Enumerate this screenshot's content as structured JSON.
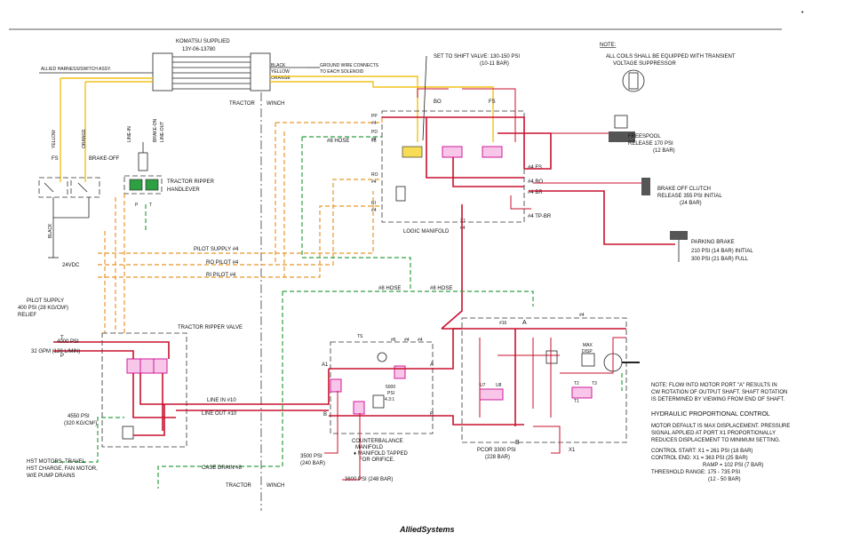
{
  "note": {
    "title": "NOTE:",
    "line1": "ALL COILS SHALL BE EQUIPPED WITH TRANSIENT",
    "line2": "VOLTAGE SUPPRESSOR"
  },
  "komatsu": {
    "title": "KOMATSU SUPPLIED",
    "part": "13Y-06-13780"
  },
  "harness": {
    "allied": "ALLIED HARNESS/SWITCH ASSY.",
    "black": "BLACK",
    "yellow": "YELLOW",
    "orange": "ORANGE",
    "ground1": "GROUND WIRE CONNECTS",
    "ground2": "TO EACH SOLENOID"
  },
  "switches": {
    "yellow": "YELLOW",
    "orange": "ORANGE",
    "fs": "FS",
    "brake_off": "BRAKE-OFF",
    "black": "BLACK",
    "volt": "24VDC",
    "line_in": "LINE-IN",
    "line_out": "LINE-OUT",
    "brake_on": "BRAKE-ON"
  },
  "handlever": {
    "l1": "TRACTOR RIPPER",
    "l2": "HANDLEVER",
    "p": "P",
    "t": "T"
  },
  "divider": {
    "tractor": "TRACTOR",
    "winch": "WINCH"
  },
  "shift": {
    "l1": "SET TO SHIFT VALVE: 130-150 PSI",
    "l2": "(10-11 BAR)",
    "bo": "BO",
    "fs": "FS"
  },
  "logic": {
    "pp": "PP",
    "n4a": "#4",
    "pd": "PD",
    "n4b": "#4",
    "n6": "#6",
    "hose8": "#8 HOSE",
    "ro": "RO",
    "n4c": "#4",
    "ri": "RI",
    "n4d": "#4",
    "p_fs": "#4  FS",
    "p_bo": "#4  BO",
    "p_br": "#4  BR",
    "p_tp": "#4  TP-BR",
    "label": "LOGIC MANIFOLD",
    "x1": "X1",
    "x1n": "#4"
  },
  "freespool": {
    "l1": "FREESPOOL",
    "l2": "RELEASE  170 PSI",
    "l3": "(12 BAR)"
  },
  "brakeoff": {
    "l1": "BRAKE OFF CLUTCH",
    "l2": "RELEASE 355 PSI INITIAL",
    "l3": "(24 BAR)"
  },
  "parking": {
    "l1": "PARKING BRAKE",
    "l2": "210 PSI (14 BAR) INITIAL",
    "l3": "300 PSI (21 BAR) FULL"
  },
  "pilot": {
    "supply": "PILOT SUPPLY #4",
    "ro": "RO PILOT #4",
    "ri": "RI PILOT #4",
    "left1": "PILOT SUPPLY",
    "left2": "400 PSI (28 KG/CM²)",
    "left3": "RELIEF"
  },
  "hose": {
    "h8a": "#8 HOSE",
    "h8b": "#8 HOSE"
  },
  "ripper": {
    "label": "TRACTOR RIPPER VALVE",
    "t": "T",
    "p": "P",
    "psi": "4000 PSI",
    "gpm": "32 GPM (120 L/MIN)",
    "relief1": "4550 PSI",
    "relief2": "(320 KG/CM²)",
    "line_in": "LINE IN #10",
    "line_out": "LINE OUT #10",
    "drain": "CASE DRAIN #8",
    "hst1": "HST MOTORS, TRAVEL",
    "hst2": "HST CHARGE, FAN MOTOR,",
    "hst3": "W/E PUMP DRAINS"
  },
  "counter": {
    "ts": "TS",
    "n6": "#6",
    "n4a": "#4",
    "n4b": "#4",
    "a1": "A1",
    "b": "B",
    "a": "A",
    "b2": "B",
    "p5000a": "5000",
    "p5000b": "PSI",
    "p5000c": "4.3:1",
    "l1": "COUNTERBALANCE",
    "l2": "MANIFOLD",
    "l3": "♦ MANIFOLD TAPPED",
    "l4": "FOR ORIFICE.",
    "v1a": "3500 PSI",
    "v1b": "(240 BAR)",
    "v2": "3600 PSI (248 BAR)"
  },
  "motor": {
    "a": "A",
    "b": "B",
    "x1": "X1",
    "n16": "#16",
    "n4": "#4",
    "max": "MAX",
    "disp": "DISP",
    "u8": "U8",
    "u7": "U7",
    "t2": "T2",
    "t3": "T3",
    "t1": "T1",
    "pcor1": "PCOR 3300 PSI",
    "pcor2": "(228 BAR)"
  },
  "motor_note": {
    "l1": "NOTE: FLOW INTO MOTOR PORT \"A\" RESULTS IN",
    "l2": "CW ROTATION OF OUTPUT SHAFT. SHAFT ROTATION",
    "l3": "IS DETERMINED BY VIEWING FROM END OF SHAFT."
  },
  "hpc": {
    "title": "HYDRAULIC PROPORTIONAL CONTROL",
    "d1": "MOTOR DEFAULT IS MAX DISPLACEMENT. PRESSURE",
    "d2": "SIGNAL APPLIED AT PORT X1 PROPORTIONALLY",
    "d3": "REDUCES DISPLACEMENT TO MINIMUM SETTING.",
    "start": "CONTROL START:  X1 = 261 PSI (18 BAR)",
    "end": "CONTROL END:    X1 = 363 PSI (25 BAR)",
    "ramp": "RAMP = 102 PSI (7 BAR)",
    "thr": "THRESHOLD RANGE: 175 - 735 PSI",
    "thr2": "(12 - 50 BAR)"
  },
  "footer": {
    "brand": "AlliedSystems",
    "dot": "•"
  },
  "colors": {
    "pressure": "#c8102e",
    "pilot": "#e8962e",
    "drain": "#2ea043",
    "wire_yellow": "#f2c21b",
    "solenoid": "#d01a9c"
  }
}
